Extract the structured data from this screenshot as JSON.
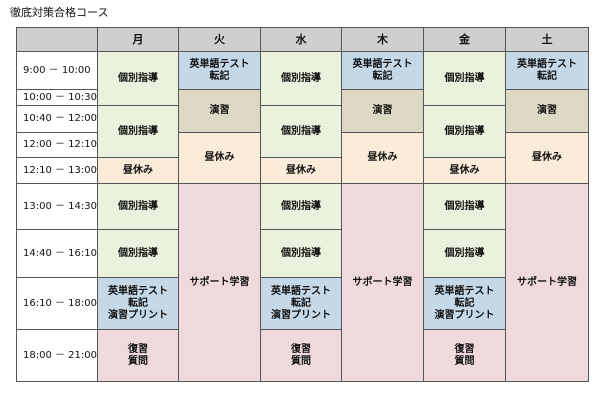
{
  "page_title": "徹底対策合格コース",
  "days": [
    "月",
    "火",
    "水",
    "木",
    "金",
    "土"
  ],
  "times": [
    "9:00 － 10:00",
    "10:00 － 10:30",
    "10:40 － 12:00",
    "12:00 － 12:10",
    "12:10 － 13:00",
    "13:00 － 14:30",
    "14:40 － 16:10",
    "16:10 － 18:00",
    "18:00 － 21:00"
  ],
  "labels": {
    "kobetsu": "個別指導",
    "english": [
      "英単語テスト",
      "転記"
    ],
    "english_print": [
      "英単語テスト",
      "転記",
      "演習プリント"
    ],
    "enshu": "演習",
    "hiru": "昼休み",
    "support": "サポート学習",
    "fukushu": [
      "復習",
      "質問"
    ]
  },
  "colors": {
    "header": "#cfcfcf",
    "kobetsu": "#eaf1dc",
    "english": "#c5d8e8",
    "enshu": "#ddd8c4",
    "hiru": "#fbebd9",
    "support": "#efd9dd"
  }
}
